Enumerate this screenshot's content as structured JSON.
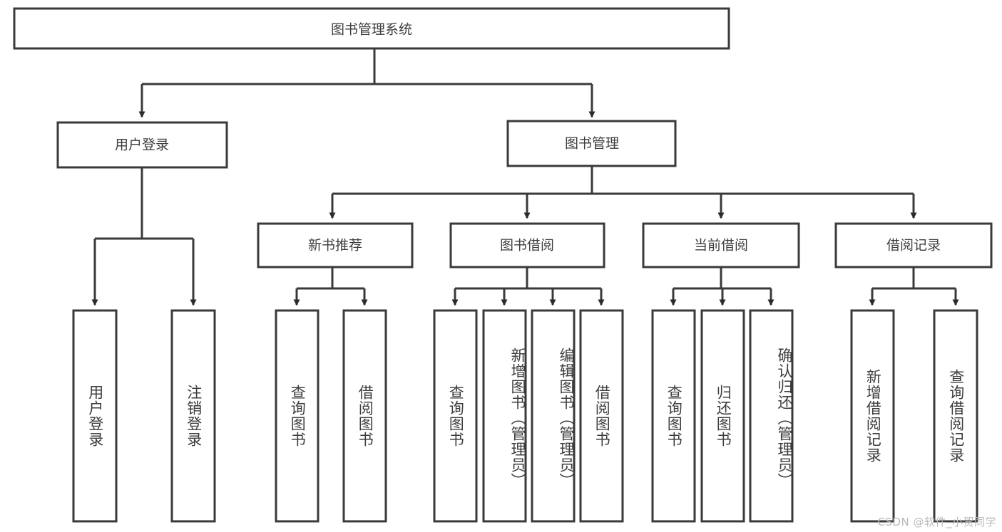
{
  "diagram": {
    "title_node": {
      "label": "图书管理系统"
    },
    "level1": [
      {
        "id": "user-login",
        "label": "用户登录"
      },
      {
        "id": "book-manage",
        "label": "图书管理"
      }
    ],
    "level2": [
      {
        "id": "new-book-recommend",
        "label": "新书推荐"
      },
      {
        "id": "book-borrow",
        "label": "图书借阅"
      },
      {
        "id": "current-borrow",
        "label": "当前借阅"
      },
      {
        "id": "borrow-record",
        "label": "借阅记录"
      }
    ],
    "leaves": {
      "user-login": [
        {
          "id": "leaf-user-login",
          "label": "用户登录"
        },
        {
          "id": "leaf-logout-login",
          "label": "注销登录"
        }
      ],
      "new-book-recommend": [
        {
          "id": "leaf-query-book-1",
          "label": "查询图书"
        },
        {
          "id": "leaf-borrow-book-1",
          "label": "借阅图书"
        }
      ],
      "book-borrow": [
        {
          "id": "leaf-query-book-2",
          "label": "查询图书"
        },
        {
          "id": "leaf-add-book",
          "label": "新增图书（管理员）"
        },
        {
          "id": "leaf-edit-book",
          "label": "编辑图书（管理员）"
        },
        {
          "id": "leaf-borrow-book-2",
          "label": "借阅图书"
        }
      ],
      "current-borrow": [
        {
          "id": "leaf-query-book-3",
          "label": "查询图书"
        },
        {
          "id": "leaf-return-book",
          "label": "归还图书"
        },
        {
          "id": "leaf-confirm-return",
          "label": "确认归还（管理员）"
        }
      ],
      "borrow-record": [
        {
          "id": "leaf-add-record",
          "label": "新增借阅记录"
        },
        {
          "id": "leaf-query-record",
          "label": "查询借阅记录"
        }
      ]
    }
  },
  "watermark": {
    "text": "CSDN @软件_小贺同学"
  },
  "colors": {
    "box_stroke": "#3a3a3a",
    "connector": "#3a3a3a",
    "text": "#3d3d3d",
    "background": "#ffffff",
    "watermark": "#b9b9b9"
  }
}
